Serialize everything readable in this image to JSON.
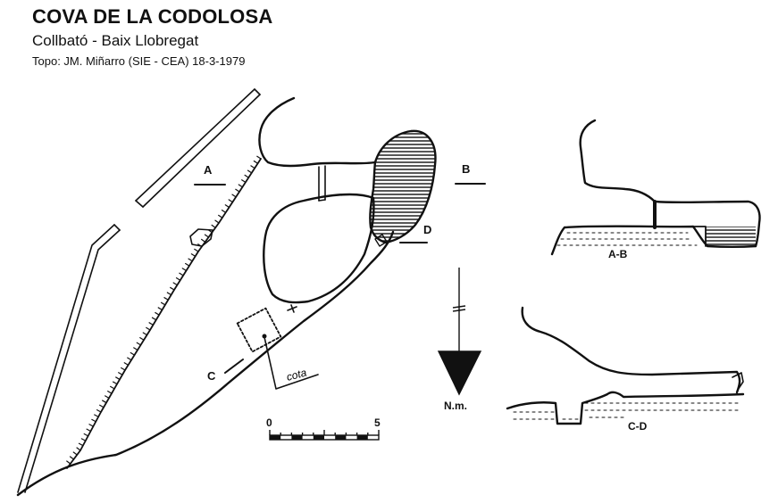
{
  "header": {
    "title": "COVA DE LA CODOLOSA",
    "subtitle": "Collbató - Baix Llobregat",
    "credit": "Topo: JM. Miñarro (SIE - CEA)  18-3-1979"
  },
  "plan": {
    "labels": {
      "a": "A",
      "b": "B",
      "c": "C",
      "d": "D"
    },
    "annotation": "cota"
  },
  "sections": {
    "ab_label": "A-B",
    "cd_label": "C-D"
  },
  "north": {
    "label": "N.m."
  },
  "scale": {
    "min": "0",
    "max": "5"
  }
}
